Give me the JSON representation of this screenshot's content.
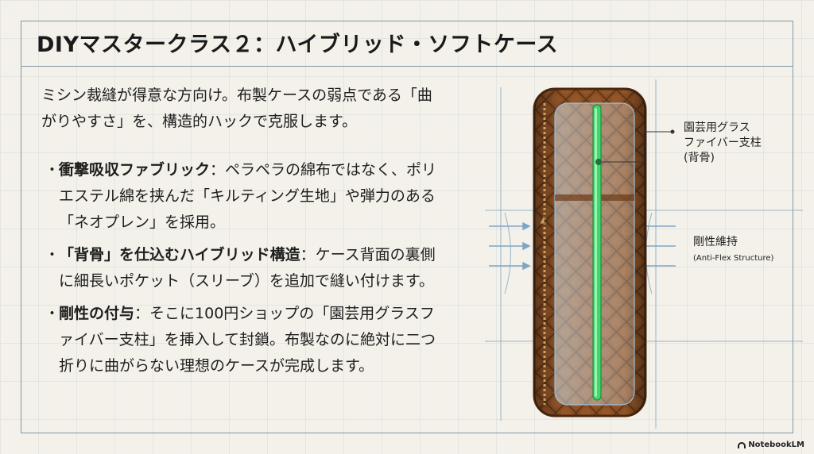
{
  "title": "DIYマスタークラス２：ハイブリッド・ソフトケース",
  "intro": "ミシン裁縫が得意な方向け。布製ケースの弱点である「曲がりやすさ」を、構造的ハックで克服します。",
  "bullets": [
    {
      "marker": "・",
      "heading": "衝撃吸収ファブリック",
      "body": "：ペラペラの綿布ではなく、ポリエステル綿を挟んだ「キルティング生地」や弾力のある「ネオプレン」を採用。"
    },
    {
      "marker": "・",
      "heading": "「背骨」を仕込むハイブリッド構造",
      "body": "：ケース背面の裏側に細長いポケット（スリーブ）を追加で縫い付けます。"
    },
    {
      "marker": "・",
      "heading": "剛性の付与",
      "body": "：そこに100円ショップの「園芸用グラスファイバー支柱」を挿入して封鎖。布製なのに絶対に二つ折りに曲がらない理想のケースが完成します。"
    }
  ],
  "figure": {
    "callout_spine_line1": "園芸用グラス",
    "callout_spine_line2": "ファイバー支柱",
    "callout_spine_line3": "(背骨)",
    "callout_rigidity": "剛性維持",
    "callout_rigidity_en": "(Anti-Flex Structure)",
    "colors": {
      "leather": "#8a4f24",
      "leather_dark": "#5e3314",
      "rod": "#3fd86a",
      "blueprint": "#7fa6c4"
    }
  },
  "brand": "NotebookLM"
}
